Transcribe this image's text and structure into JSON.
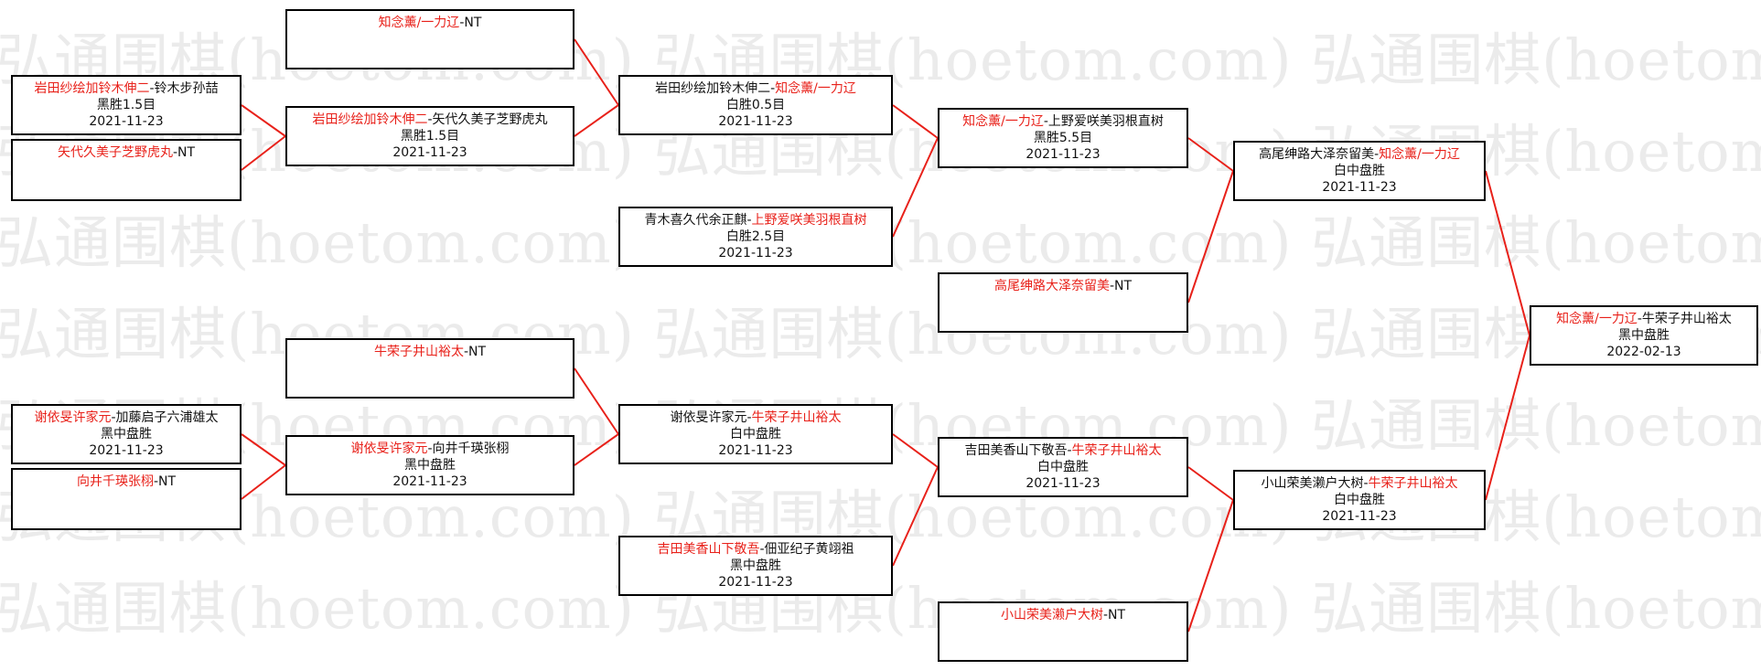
{
  "watermark_text": "弘通围棋(hoetom.com)",
  "colors": {
    "winner": "#e8211a",
    "line": "#e8211a",
    "border": "#000000"
  },
  "matches": [
    {
      "id": "r1-1",
      "p1": "岩田纱绘加铃木伸二",
      "p2": "铃木步孙喆",
      "winner": "p1",
      "result": "黑胜1.5目",
      "date": "2021-11-23"
    },
    {
      "id": "r1-2",
      "p1": "矢代久美子芝野虎丸",
      "p2": "NT",
      "winner": "p1",
      "result": "",
      "date": ""
    },
    {
      "id": "r1-3",
      "p1": "谢依旻许家元",
      "p2": "加藤启子六浦雄太",
      "winner": "p1",
      "result": "黑中盘胜",
      "date": "2021-11-23"
    },
    {
      "id": "r1-4",
      "p1": "向井千瑛张栩",
      "p2": "NT",
      "winner": "p1",
      "result": "",
      "date": ""
    },
    {
      "id": "r2-1",
      "p1": "知念薰/一力辽",
      "p2": "NT",
      "winner": "p1",
      "result": "",
      "date": ""
    },
    {
      "id": "r2-2",
      "p1": "岩田纱绘加铃木伸二",
      "p2": "矢代久美子芝野虎丸",
      "winner": "p1",
      "result": "黑胜1.5目",
      "date": "2021-11-23"
    },
    {
      "id": "r2-3",
      "p1": "牛荣子井山裕太",
      "p2": "NT",
      "winner": "p1",
      "result": "",
      "date": ""
    },
    {
      "id": "r2-4",
      "p1": "谢依旻许家元",
      "p2": "向井千瑛张栩",
      "winner": "p1",
      "result": "黑中盘胜",
      "date": "2021-11-23"
    },
    {
      "id": "r3-1",
      "p1": "岩田纱绘加铃木伸二",
      "p2": "知念薰/一力辽",
      "winner": "p2",
      "result": "白胜0.5目",
      "date": "2021-11-23"
    },
    {
      "id": "r3-2",
      "p1": "青木喜久代余正麒",
      "p2": "上野爱咲美羽根直树",
      "winner": "p2",
      "result": "白胜2.5目",
      "date": "2021-11-23"
    },
    {
      "id": "r3-3",
      "p1": "谢依旻许家元",
      "p2": "牛荣子井山裕太",
      "winner": "p2",
      "result": "白中盘胜",
      "date": "2021-11-23"
    },
    {
      "id": "r3-4",
      "p1": "吉田美香山下敬吾",
      "p2": "佃亚纪子黄翊祖",
      "winner": "p1",
      "result": "黑中盘胜",
      "date": "2021-11-23"
    },
    {
      "id": "r4-1",
      "p1": "知念薰/一力辽",
      "p2": "上野爱咲美羽根直树",
      "winner": "p1",
      "result": "黑胜5.5目",
      "date": "2021-11-23"
    },
    {
      "id": "r4-2",
      "p1": "高尾绅路大泽奈留美",
      "p2": "NT",
      "winner": "p1",
      "result": "",
      "date": ""
    },
    {
      "id": "r4-3",
      "p1": "吉田美香山下敬吾",
      "p2": "牛荣子井山裕太",
      "winner": "p2",
      "result": "白中盘胜",
      "date": "2021-11-23"
    },
    {
      "id": "r4-4",
      "p1": "小山荣美濑户大树",
      "p2": "NT",
      "winner": "p1",
      "result": "",
      "date": ""
    },
    {
      "id": "r5-1",
      "p1": "高尾绅路大泽奈留美",
      "p2": "知念薰/一力辽",
      "winner": "p2",
      "result": "白中盘胜",
      "date": "2021-11-23"
    },
    {
      "id": "r5-2",
      "p1": "小山荣美濑户大树",
      "p2": "牛荣子井山裕太",
      "winner": "p2",
      "result": "白中盘胜",
      "date": "2021-11-23"
    },
    {
      "id": "final",
      "p1": "知念薰/一力辽",
      "p2": "牛荣子井山裕太",
      "winner": "p1",
      "result": "黑中盘胜",
      "date": "2022-02-13"
    }
  ]
}
